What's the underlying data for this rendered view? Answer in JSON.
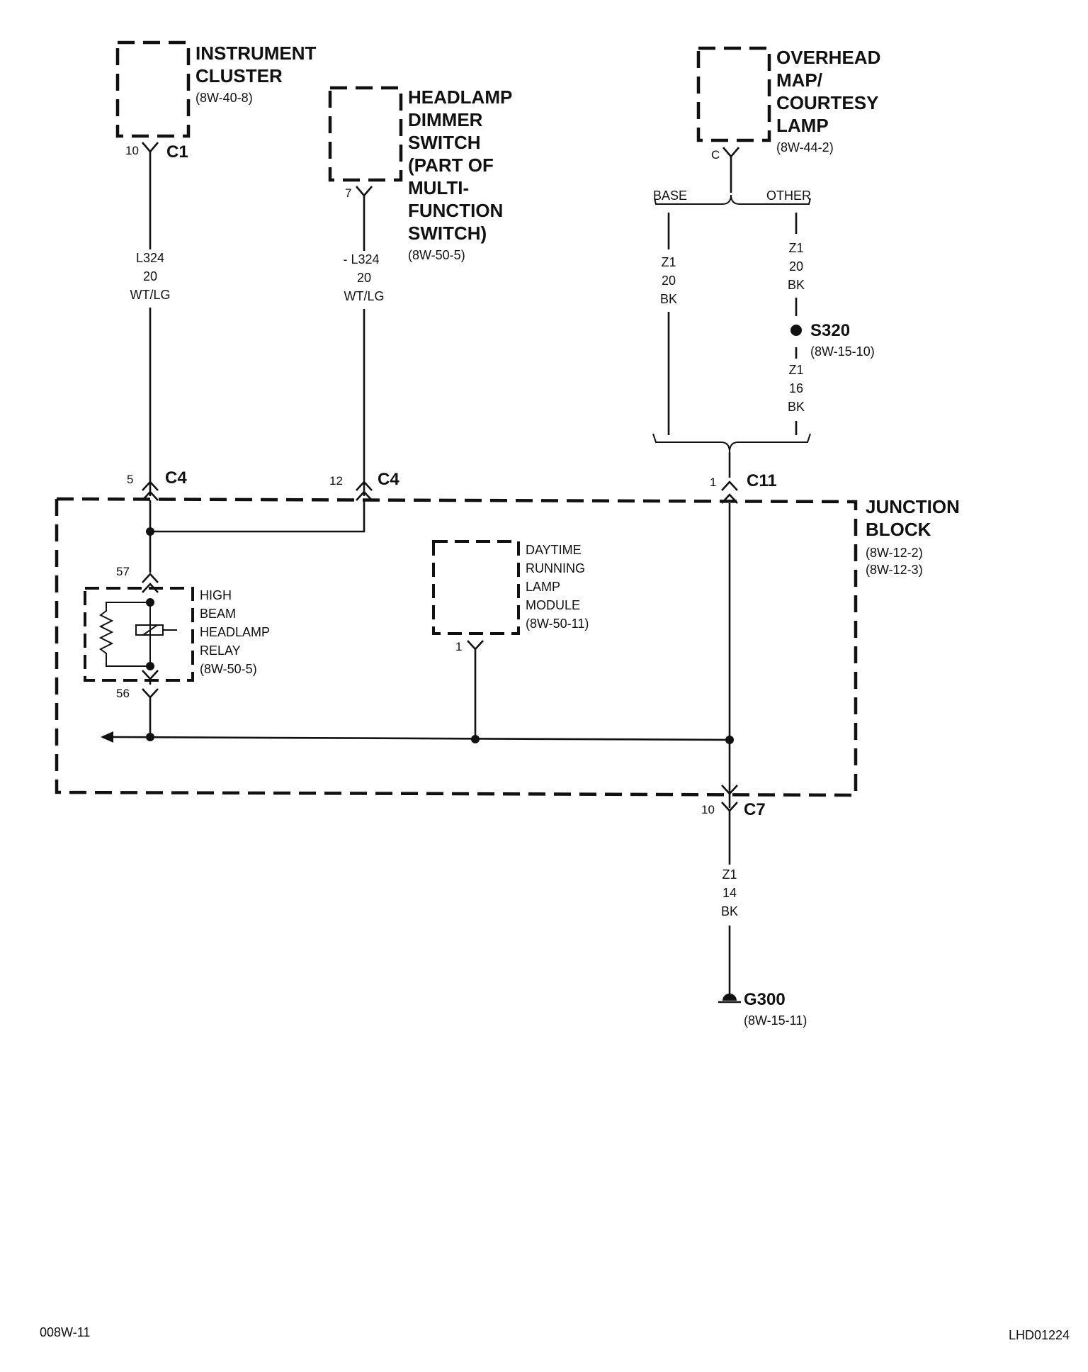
{
  "components": {
    "instrument_cluster": {
      "name_lines": [
        "INSTRUMENT",
        "CLUSTER"
      ],
      "ref": "(8W-40-8)",
      "pin": "10",
      "connector": "C1"
    },
    "headlamp_dimmer": {
      "name_lines": [
        "HEADLAMP",
        "DIMMER",
        "SWITCH",
        "(PART OF",
        "MULTI-",
        "FUNCTION",
        "SWITCH)"
      ],
      "ref": "(8W-50-5)",
      "pin": "7"
    },
    "overhead_lamp": {
      "name_lines": [
        "OVERHEAD",
        "MAP/",
        "COURTESY",
        "LAMP"
      ],
      "ref": "(8W-44-2)",
      "pin": "C"
    },
    "junction_block": {
      "name_lines": [
        "JUNCTION",
        "BLOCK"
      ],
      "refs": [
        "(8W-12-2)",
        "(8W-12-3)"
      ]
    },
    "high_beam_relay": {
      "name_lines": [
        "HIGH",
        "BEAM",
        "HEADLAMP",
        "RELAY"
      ],
      "ref": "(8W-50-5)",
      "pin_top": "57",
      "pin_bottom": "56"
    },
    "drl_module": {
      "name_lines": [
        "DAYTIME",
        "RUNNING",
        "LAMP",
        "MODULE"
      ],
      "ref": "(8W-50-11)",
      "pin": "1"
    }
  },
  "wires": {
    "w1": {
      "lines": [
        "L324",
        "20",
        "WT/LG"
      ]
    },
    "w2": {
      "lines": [
        "- L324",
        "20",
        "WT/LG"
      ]
    },
    "base": {
      "label": "BASE",
      "lines": [
        "Z1",
        "20",
        "BK"
      ]
    },
    "other": {
      "label": "OTHER",
      "lines_upper": [
        "Z1",
        "20",
        "BK"
      ],
      "lines_lower": [
        "Z1",
        "16",
        "BK"
      ]
    },
    "ground": {
      "lines": [
        "Z1",
        "14",
        "BK"
      ]
    }
  },
  "connectors": {
    "c4_left": {
      "pin": "5",
      "name": "C4"
    },
    "c4_right": {
      "pin": "12",
      "name": "C4"
    },
    "c11": {
      "pin": "1",
      "name": "C11"
    },
    "c7": {
      "pin": "10",
      "name": "C7"
    }
  },
  "splice": {
    "name": "S320",
    "ref": "(8W-15-10)"
  },
  "ground_point": {
    "name": "G300",
    "ref": "(8W-15-11)"
  },
  "footer": {
    "left": "008W-11",
    "right": "LHD01224"
  }
}
